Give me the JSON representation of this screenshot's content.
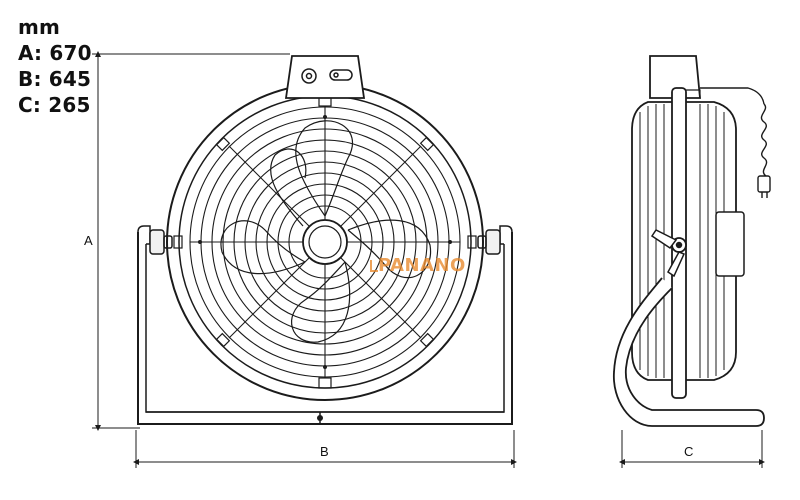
{
  "specs": {
    "unit": "mm",
    "a": "A: 670",
    "b": "B: 645",
    "c": "C: 265"
  },
  "dimensions": {
    "a_label": "A",
    "b_label": "B",
    "c_label": "C"
  },
  "watermark": {
    "text": "PANANO",
    "color": "#e8892b"
  },
  "colors": {
    "line": "#1b1b1b",
    "fill_light": "#f1f1f1",
    "fill_dark": "#3a3a3a"
  }
}
